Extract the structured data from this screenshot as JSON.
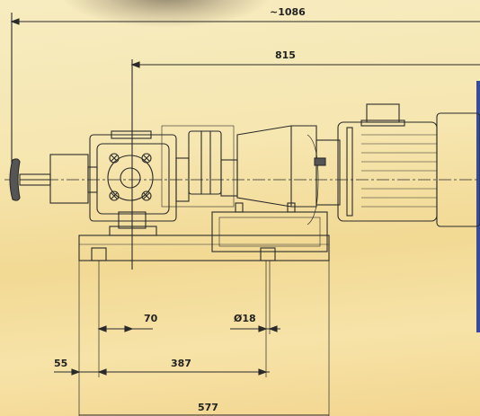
{
  "dimensions": {
    "overall_length": "~1086",
    "motor_assembly": "815",
    "flange_offset": "70",
    "bolt_hole_diameter": "Ø18",
    "edge_offset": "55",
    "bolt_spacing": "387",
    "base_length": "577"
  },
  "colors": {
    "paper": "#f6e6b0",
    "ink": "#2a2a2a",
    "edge_accent": "#3a4a9a"
  }
}
